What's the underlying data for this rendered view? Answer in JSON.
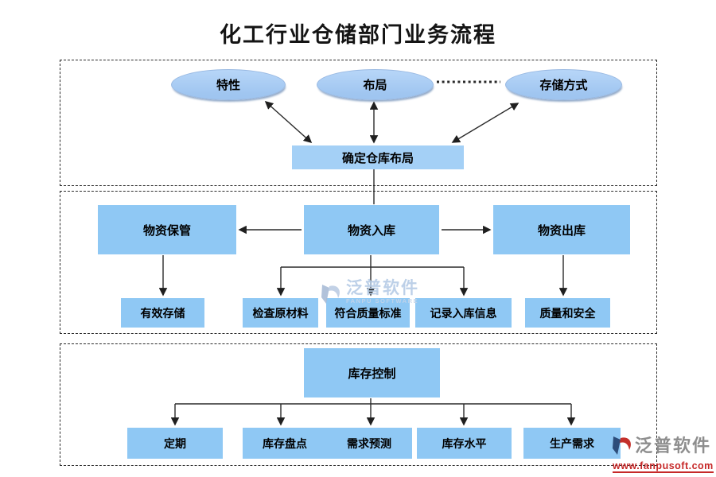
{
  "title": "化工行业仓储部门业务流程",
  "colors": {
    "ellipse_fill": "#a6c9f1",
    "box_fill": "#8fc8f4",
    "hub_fill": "#a4d0f6",
    "line": "#2a2a2a",
    "watermark_gray": "#8e8e8e",
    "watermark_red": "#c62828",
    "watermark_light_blue": "#b6cce6"
  },
  "nodes": {
    "characteristic": "特性",
    "layout": "布局",
    "storage_method": "存储方式",
    "determine_layout": "确定仓库布局",
    "material_custody": "物资保管",
    "material_inbound": "物资入库",
    "material_outbound": "物资出库",
    "effective_storage": "有效存储",
    "check_raw_material": "检查原材料",
    "meet_quality_standard": "符合质量标准",
    "record_inbound_info": "记录入库信息",
    "quality_and_safety": "质量和安全",
    "inventory_control": "库存控制",
    "regular": "定期",
    "stock_taking": "库存盘点",
    "demand_forecast": "需求预测",
    "inventory_level": "库存水平",
    "production_demand": "生产需求"
  },
  "watermarks": {
    "center": {
      "brand": "泛普软件",
      "subtitle": "FANPU SOFTWARE"
    },
    "corner": {
      "brand": "泛普软件",
      "url": "www.fanpusoft.com"
    }
  }
}
